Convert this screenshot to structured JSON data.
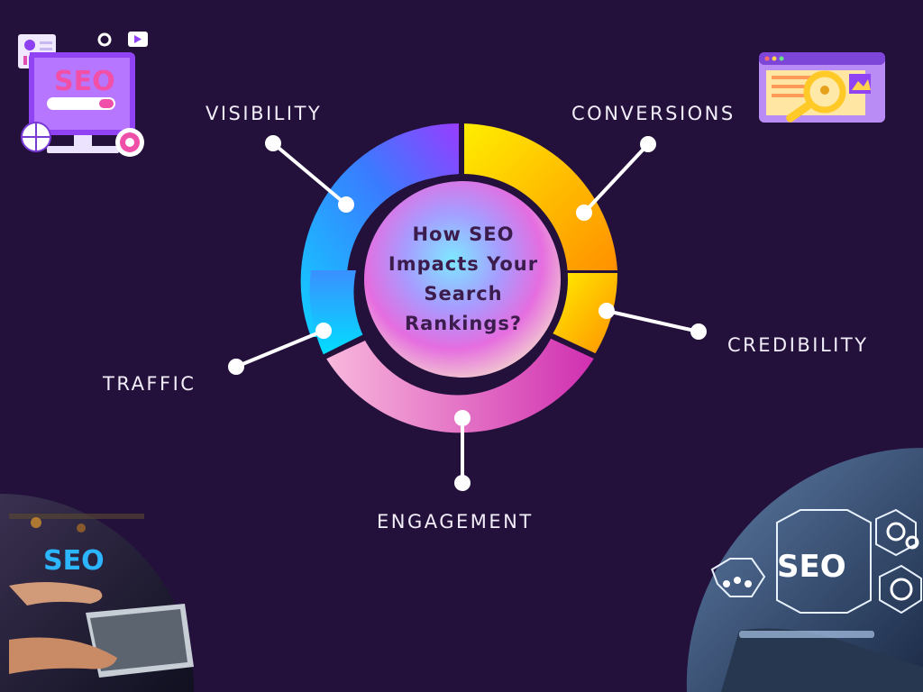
{
  "center_title": "How SEO\nImpacts Your\nSearch\nRankings?",
  "segments": [
    {
      "label": "VISIBILITY",
      "colors": [
        "#2aa0ff",
        "#8a3dff"
      ]
    },
    {
      "label": "CONVERSIONS",
      "colors": [
        "#ffe000",
        "#ff9900"
      ]
    },
    {
      "label": "CREDIBILITY",
      "colors": [
        "#ff9a10",
        "#ff7a00"
      ]
    },
    {
      "label": "ENGAGEMENT",
      "colors": [
        "#f6b2d8",
        "#d63ab5"
      ]
    },
    {
      "label": "TRAFFIC",
      "colors": [
        "#12c6ff",
        "#2b8cff"
      ]
    }
  ],
  "images": {
    "top_left": "SEO",
    "bottom_left": "SEO",
    "bottom_right": "SEO"
  },
  "colors": {
    "background": "#23103b",
    "connector": "#ffffff",
    "ring_gap": "#23103b"
  }
}
